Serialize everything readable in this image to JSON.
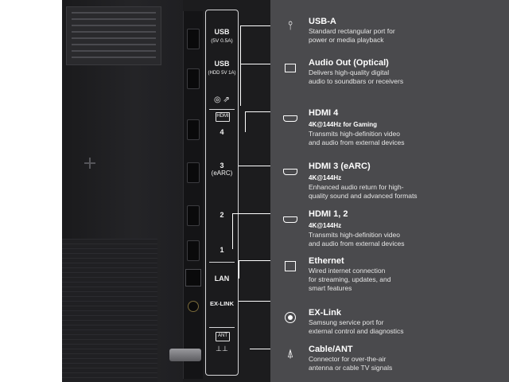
{
  "port_strip": {
    "usb1_label": "USB",
    "usb1_rating": "(5V 0.5A)",
    "usb2_label": "USB",
    "usb2_rating": "(HDD 5V 1A)",
    "hdmi_header": "HDMI",
    "hdmi4_num": "4",
    "hdmi3_num": "3",
    "hdmi3_tag": "(eARC)",
    "hdmi2_num": "2",
    "hdmi1_num": "1",
    "lan_label": "LAN",
    "exlink_label": "EX-LINK",
    "ant_label": "ANT"
  },
  "features": [
    {
      "icon": "usb-icon",
      "title": "USB-A",
      "subtitle": "",
      "desc1": "Standard rectangular port for",
      "desc2": "power or media playback",
      "desc3": ""
    },
    {
      "icon": "optical-audio-icon",
      "title": "Audio Out (Optical)",
      "subtitle": "",
      "desc1": "Delivers high-quality digital",
      "desc2": "audio to soundbars or receivers",
      "desc3": ""
    },
    {
      "icon": "hdmi-icon",
      "title": "HDMI 4",
      "subtitle": "4K@144Hz for Gaming",
      "desc1": "Transmits high-definition video",
      "desc2": "and audio from external devices",
      "desc3": ""
    },
    {
      "icon": "hdmi-icon",
      "title": "HDMI 3 (eARC)",
      "subtitle": "4K@144Hz",
      "desc1": "Enhanced audio return for high-",
      "desc2": "quality sound and advanced formats",
      "desc3": ""
    },
    {
      "icon": "hdmi-icon",
      "title": "HDMI 1, 2",
      "subtitle": "4K@144Hz",
      "desc1": "Transmits high-definition video",
      "desc2": "and audio from external devices",
      "desc3": ""
    },
    {
      "icon": "ethernet-icon",
      "title": "Ethernet",
      "subtitle": "",
      "desc1": "Wired internet connection",
      "desc2": "for streaming, updates, and",
      "desc3": "smart features"
    },
    {
      "icon": "ex-link-icon",
      "title": "EX-Link",
      "subtitle": "",
      "desc1": "Samsung service port for",
      "desc2": "external control and diagnostics",
      "desc3": ""
    },
    {
      "icon": "antenna-icon",
      "title": "Cable/ANT",
      "subtitle": "",
      "desc1": "Connector for over-the-air",
      "desc2": "antenna or cable TV signals",
      "desc3": ""
    }
  ],
  "colors": {
    "panel_bg": "#4a4a4d",
    "photo_bg": "#1c1c1e",
    "text": "#ffffff"
  }
}
